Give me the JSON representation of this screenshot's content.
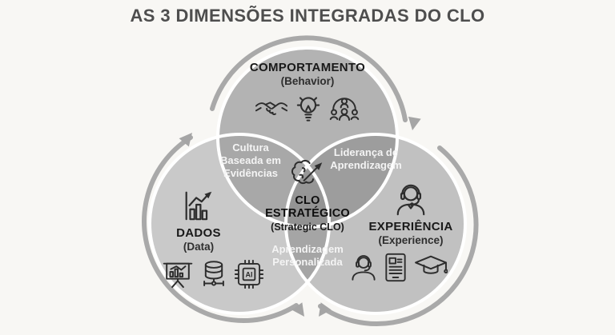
{
  "title": "AS 3 DIMENSÕES INTEGRADAS DO CLO",
  "colors": {
    "background": "#f8f7f4",
    "circle_behavior": "#b3b3b3",
    "circle_data": "#c9c9c9",
    "circle_experience": "#c1c1c1",
    "lens_behavior_data": "#a8a8a8",
    "lens_behavior_experience": "#9d9d9d",
    "lens_data_experience": "#a5a5a5",
    "center_region": "#8f8f8f",
    "circle_border": "#ffffff",
    "cycle_arrow": "#a9a9a9",
    "title_text": "#4e4e4e",
    "lens_text": "#f4f4f4"
  },
  "circles": {
    "behavior": {
      "title": "COMPORTAMENTO",
      "subtitle": "(Behavior)",
      "icons": [
        "handshake-icon",
        "lightbulb-icon",
        "team-icon"
      ]
    },
    "data": {
      "title": "DADOS",
      "subtitle": "(Data)",
      "icons": [
        "bar-chart-growth-icon"
      ],
      "bottom_icons": [
        "presentation-chart-icon",
        "database-icon",
        "ai-chip-icon"
      ]
    },
    "experience": {
      "title": "EXPERIÊNCIA",
      "subtitle": "(Experience)",
      "icons": [
        "support-agent-icon"
      ],
      "bottom_icons": [
        "headset-person-icon",
        "ereader-icon",
        "graduation-cap-icon"
      ]
    }
  },
  "intersections": {
    "behavior_data": {
      "lines": [
        "Cultura",
        "Baseada em",
        "Evidências"
      ]
    },
    "behavior_experience": {
      "lines": [
        "Liderança de",
        "Aprendizagem"
      ]
    },
    "data_experience": {
      "lines": [
        "Aprendizagem",
        "Personalizada"
      ]
    }
  },
  "center": {
    "line1": "CLO",
    "line2": "ESTRATÉGICO",
    "subtitle": "(Strategic CLO)",
    "icon": "brain-growth-icon"
  },
  "ai_chip_label": "AI"
}
